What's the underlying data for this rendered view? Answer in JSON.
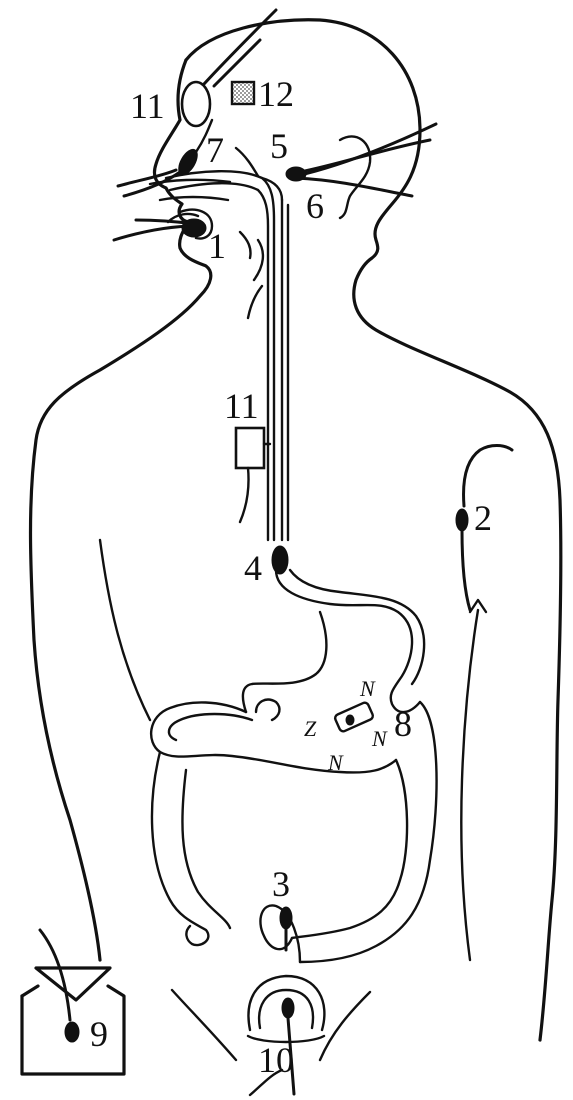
{
  "labels": {
    "l1": "1",
    "l2": "2",
    "l3": "3",
    "l4": "4",
    "l5": "5",
    "l6": "6",
    "l7": "7",
    "l8": "8",
    "l9": "9",
    "l10": "10",
    "l11_head": "11",
    "l11_neck": "11",
    "l12": "12"
  },
  "marks": {
    "zig_a": "N",
    "zig_b": "N",
    "zig_c": "N",
    "zig_d": "Z"
  },
  "colors": {
    "line": "#111111",
    "background": "#ffffff",
    "stipple": "#555555"
  }
}
